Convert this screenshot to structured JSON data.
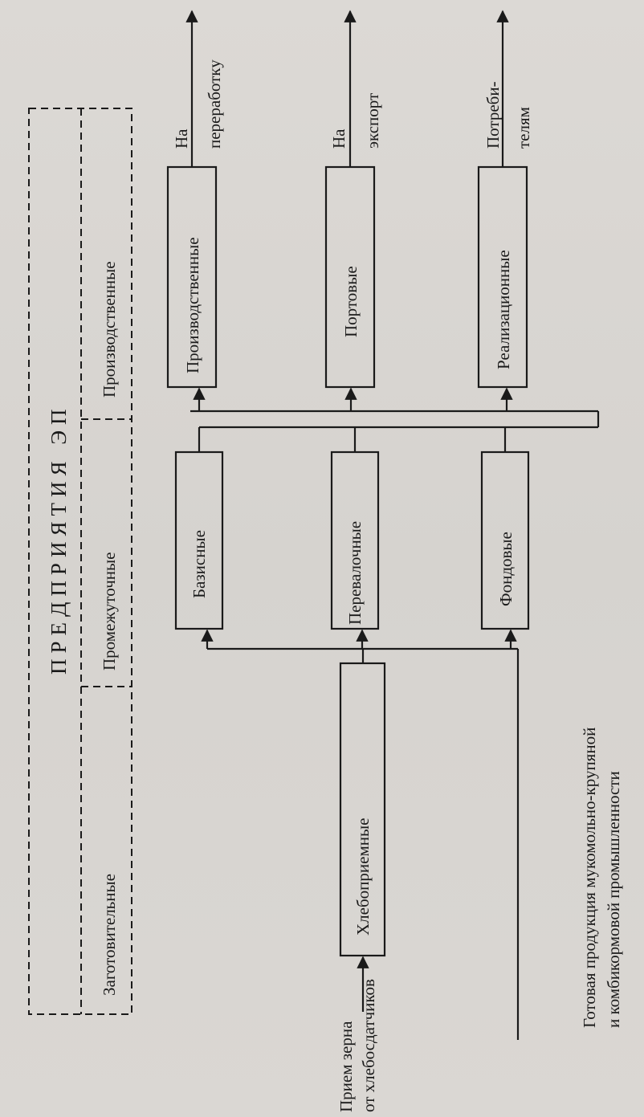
{
  "header": {
    "title": "ПРЕДПРИЯТИЯ ЭП",
    "categories": [
      "Заготовительные",
      "Промежуточные",
      "Производственные"
    ]
  },
  "source": {
    "line1": "Прием зерна",
    "line2": "от хлебосдатчиков"
  },
  "receiving": {
    "label": "Хлебоприемные"
  },
  "intermediate": [
    "Базисные",
    "Перевалочные",
    "Фондовые"
  ],
  "final": [
    "Производственные",
    "Портовые",
    "Реализационные"
  ],
  "outputs": [
    {
      "line1": "На",
      "line2": "переработку"
    },
    {
      "line1": "На",
      "line2": "экспорт"
    },
    {
      "line1": "Потреби-",
      "line2": "телям"
    }
  ],
  "bottom_note": {
    "line1": "Готовая продукция мукомольно-крупяной",
    "line2": "и комбикормовой промышленности"
  }
}
